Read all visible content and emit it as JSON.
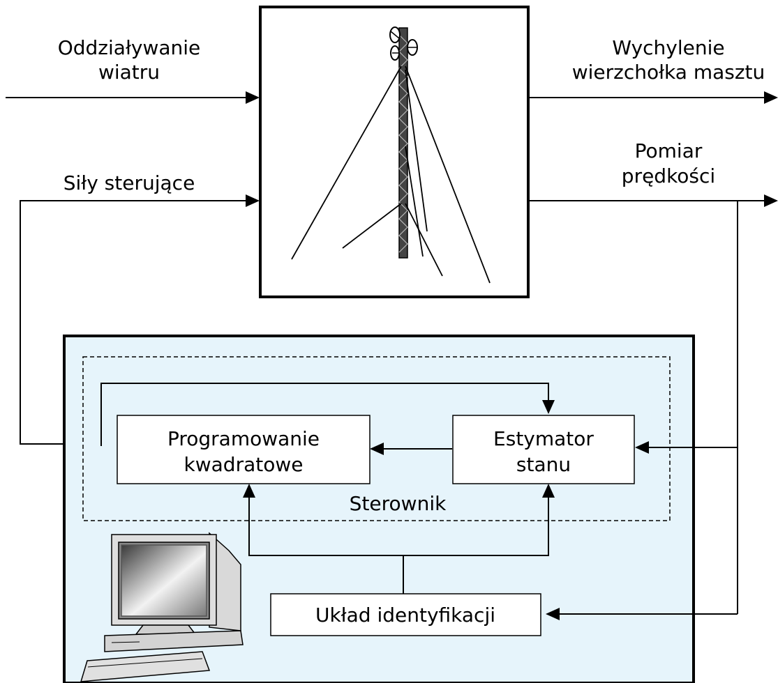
{
  "inputs": {
    "wind_line1": "Oddziaływanie",
    "wind_line2": "wiatru",
    "control_forces": "Siły sterujące"
  },
  "outputs": {
    "deflection_line1": "Wychylenie",
    "deflection_line2": "wierzchołka masztu",
    "velocity_line1": "Pomiar",
    "velocity_line2": "prędkości"
  },
  "controller": {
    "label": "Sterownik",
    "qp_line1": "Programowanie",
    "qp_line2": "kwadratowe",
    "estimator_line1": "Estymator",
    "estimator_line2": "stanu",
    "identification": "Układ identyfikacji"
  },
  "colors": {
    "controller_fill": "#e6f4fb",
    "line": "#000000",
    "block_fill": "#ffffff"
  },
  "icons": {
    "mast": "guyed-mast-icon",
    "computer": "computer-icon"
  }
}
